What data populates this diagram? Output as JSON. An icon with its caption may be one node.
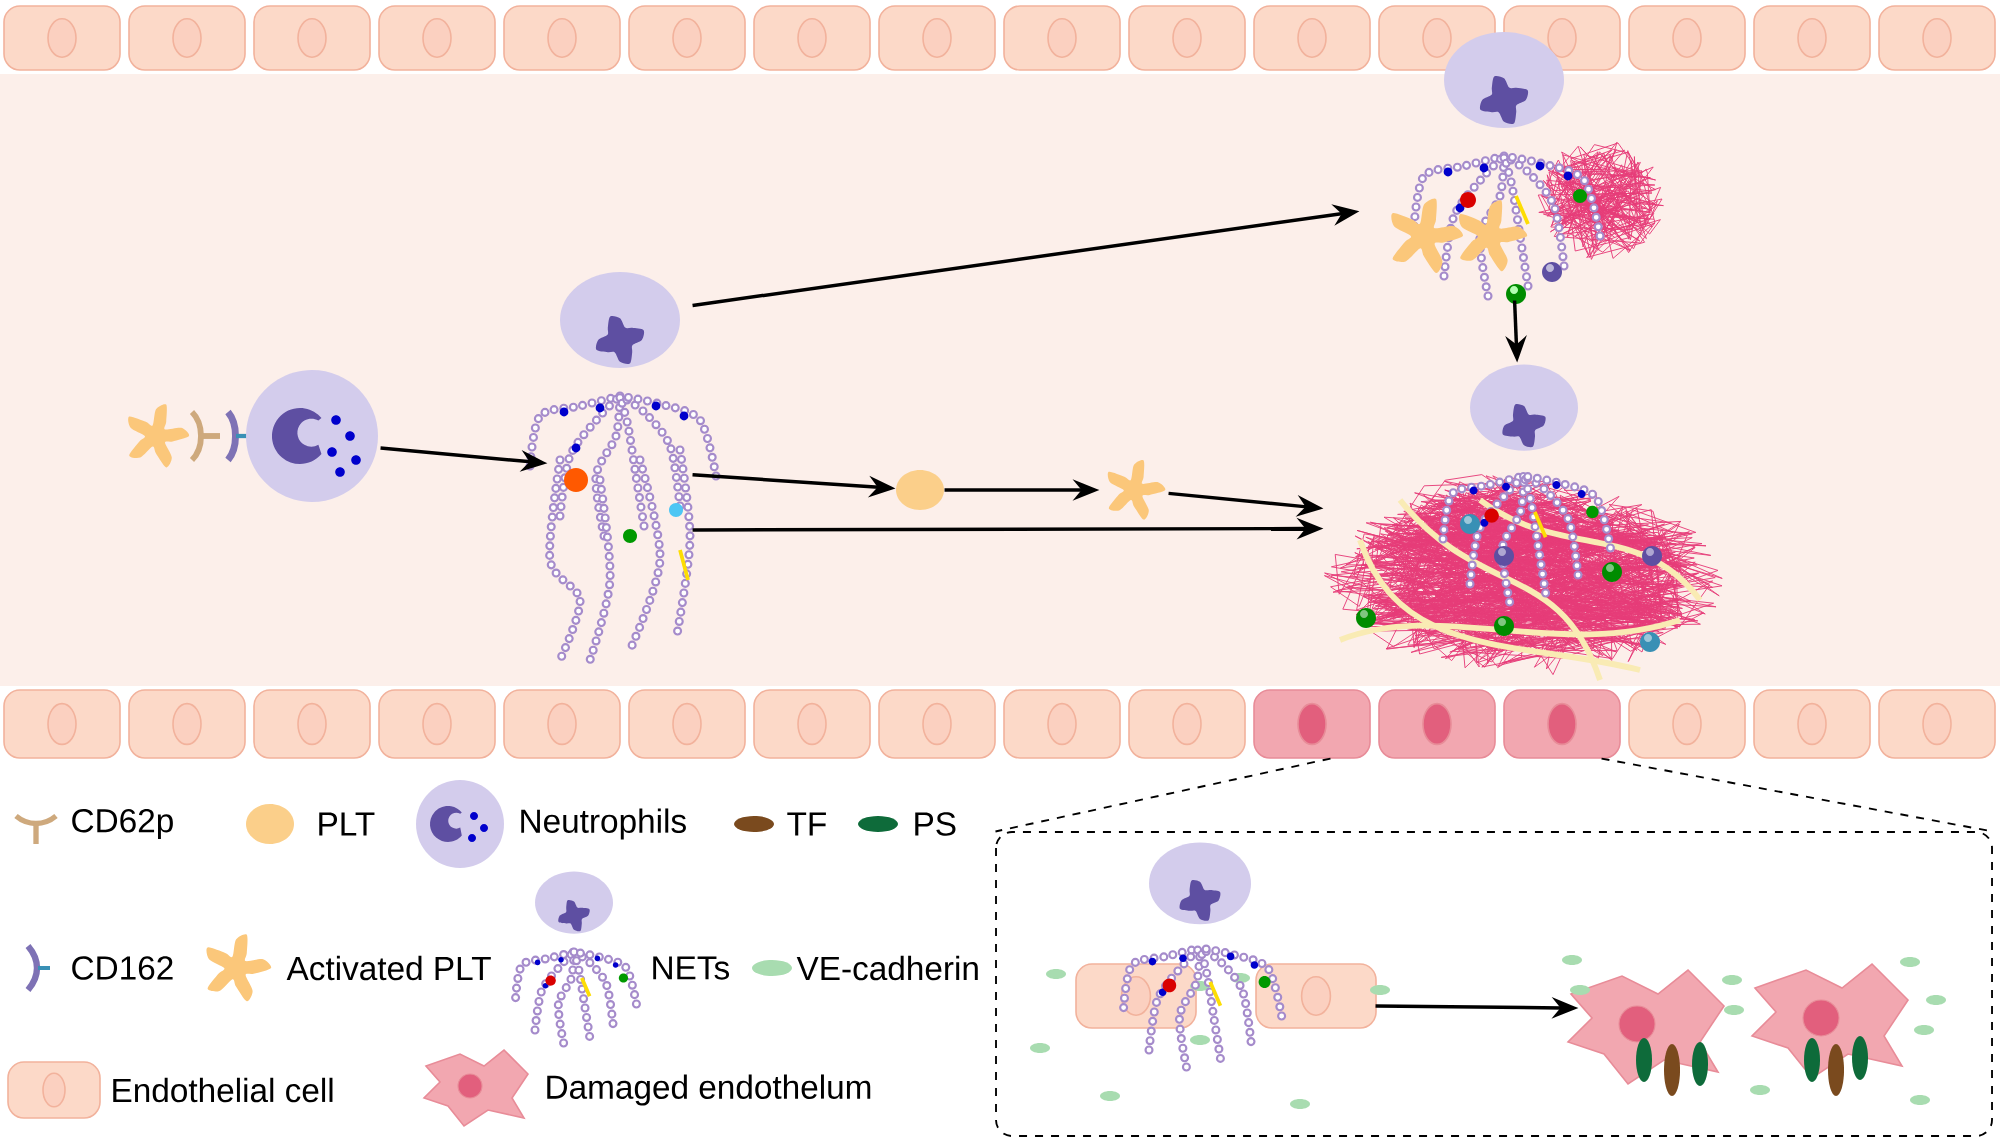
{
  "diagram": {
    "nodes": [
      {
        "text": [],
        "shape": "picture"
      },
      {
        "text": [],
        "shape": "picture"
      },
      {
        "text": [],
        "shape": "circle"
      },
      {
        "text": [],
        "shape": "picture"
      },
      {
        "text": [],
        "shape": "picture"
      },
      {
        "text": [],
        "shape": "picture"
      },
      {
        "text": [],
        "shape": "picture"
      },
      {
        "text": [],
        "shape": "box"
      },
      {
        "text": [],
        "shape": "picture",
        "in": 7
      },
      {
        "text": [],
        "shape": "picture",
        "in": 7
      }
    ],
    "edges": [
      {
        "from": 0,
        "to": 1,
        "arrow": "to"
      },
      {
        "from": 1,
        "to": 2,
        "arrow": "to"
      },
      {
        "from": 2,
        "to": 3,
        "arrow": "to"
      },
      {
        "from": 3,
        "to": 5,
        "arrow": "to"
      },
      {
        "from": 1,
        "to": 4,
        "arrow": "to"
      },
      {
        "from": 1,
        "to": 5,
        "arrow": "to"
      },
      {
        "from": 4,
        "to": 5,
        "arrow": "to"
      },
      {
        "from": 8,
        "to": 9,
        "arrow": "to"
      },
      {
        "from": 6,
        "to": 7,
        "arrow": "none",
        "style": "dashed"
      },
      {
        "from": 6,
        "to": 7,
        "arrow": "none",
        "style": "dashed"
      }
    ],
    "legend": [
      {
        "text": "CD62p"
      },
      {
        "text": "PLT",
        "color": "#fbcf8a"
      },
      {
        "text": "Neutrophils"
      },
      {
        "text": "TF",
        "color": "#7a4a1e"
      },
      {
        "text": "PS",
        "color": "#0e6b3a"
      },
      {
        "text": "CD162"
      },
      {
        "text": "Activated PLT"
      },
      {
        "text": "NETs"
      },
      {
        "text": "VE-cadherin",
        "color": "#a8dcb0"
      },
      {
        "text": "Endothelial cell"
      },
      {
        "text": "Damaged endothelum"
      }
    ]
  }
}
